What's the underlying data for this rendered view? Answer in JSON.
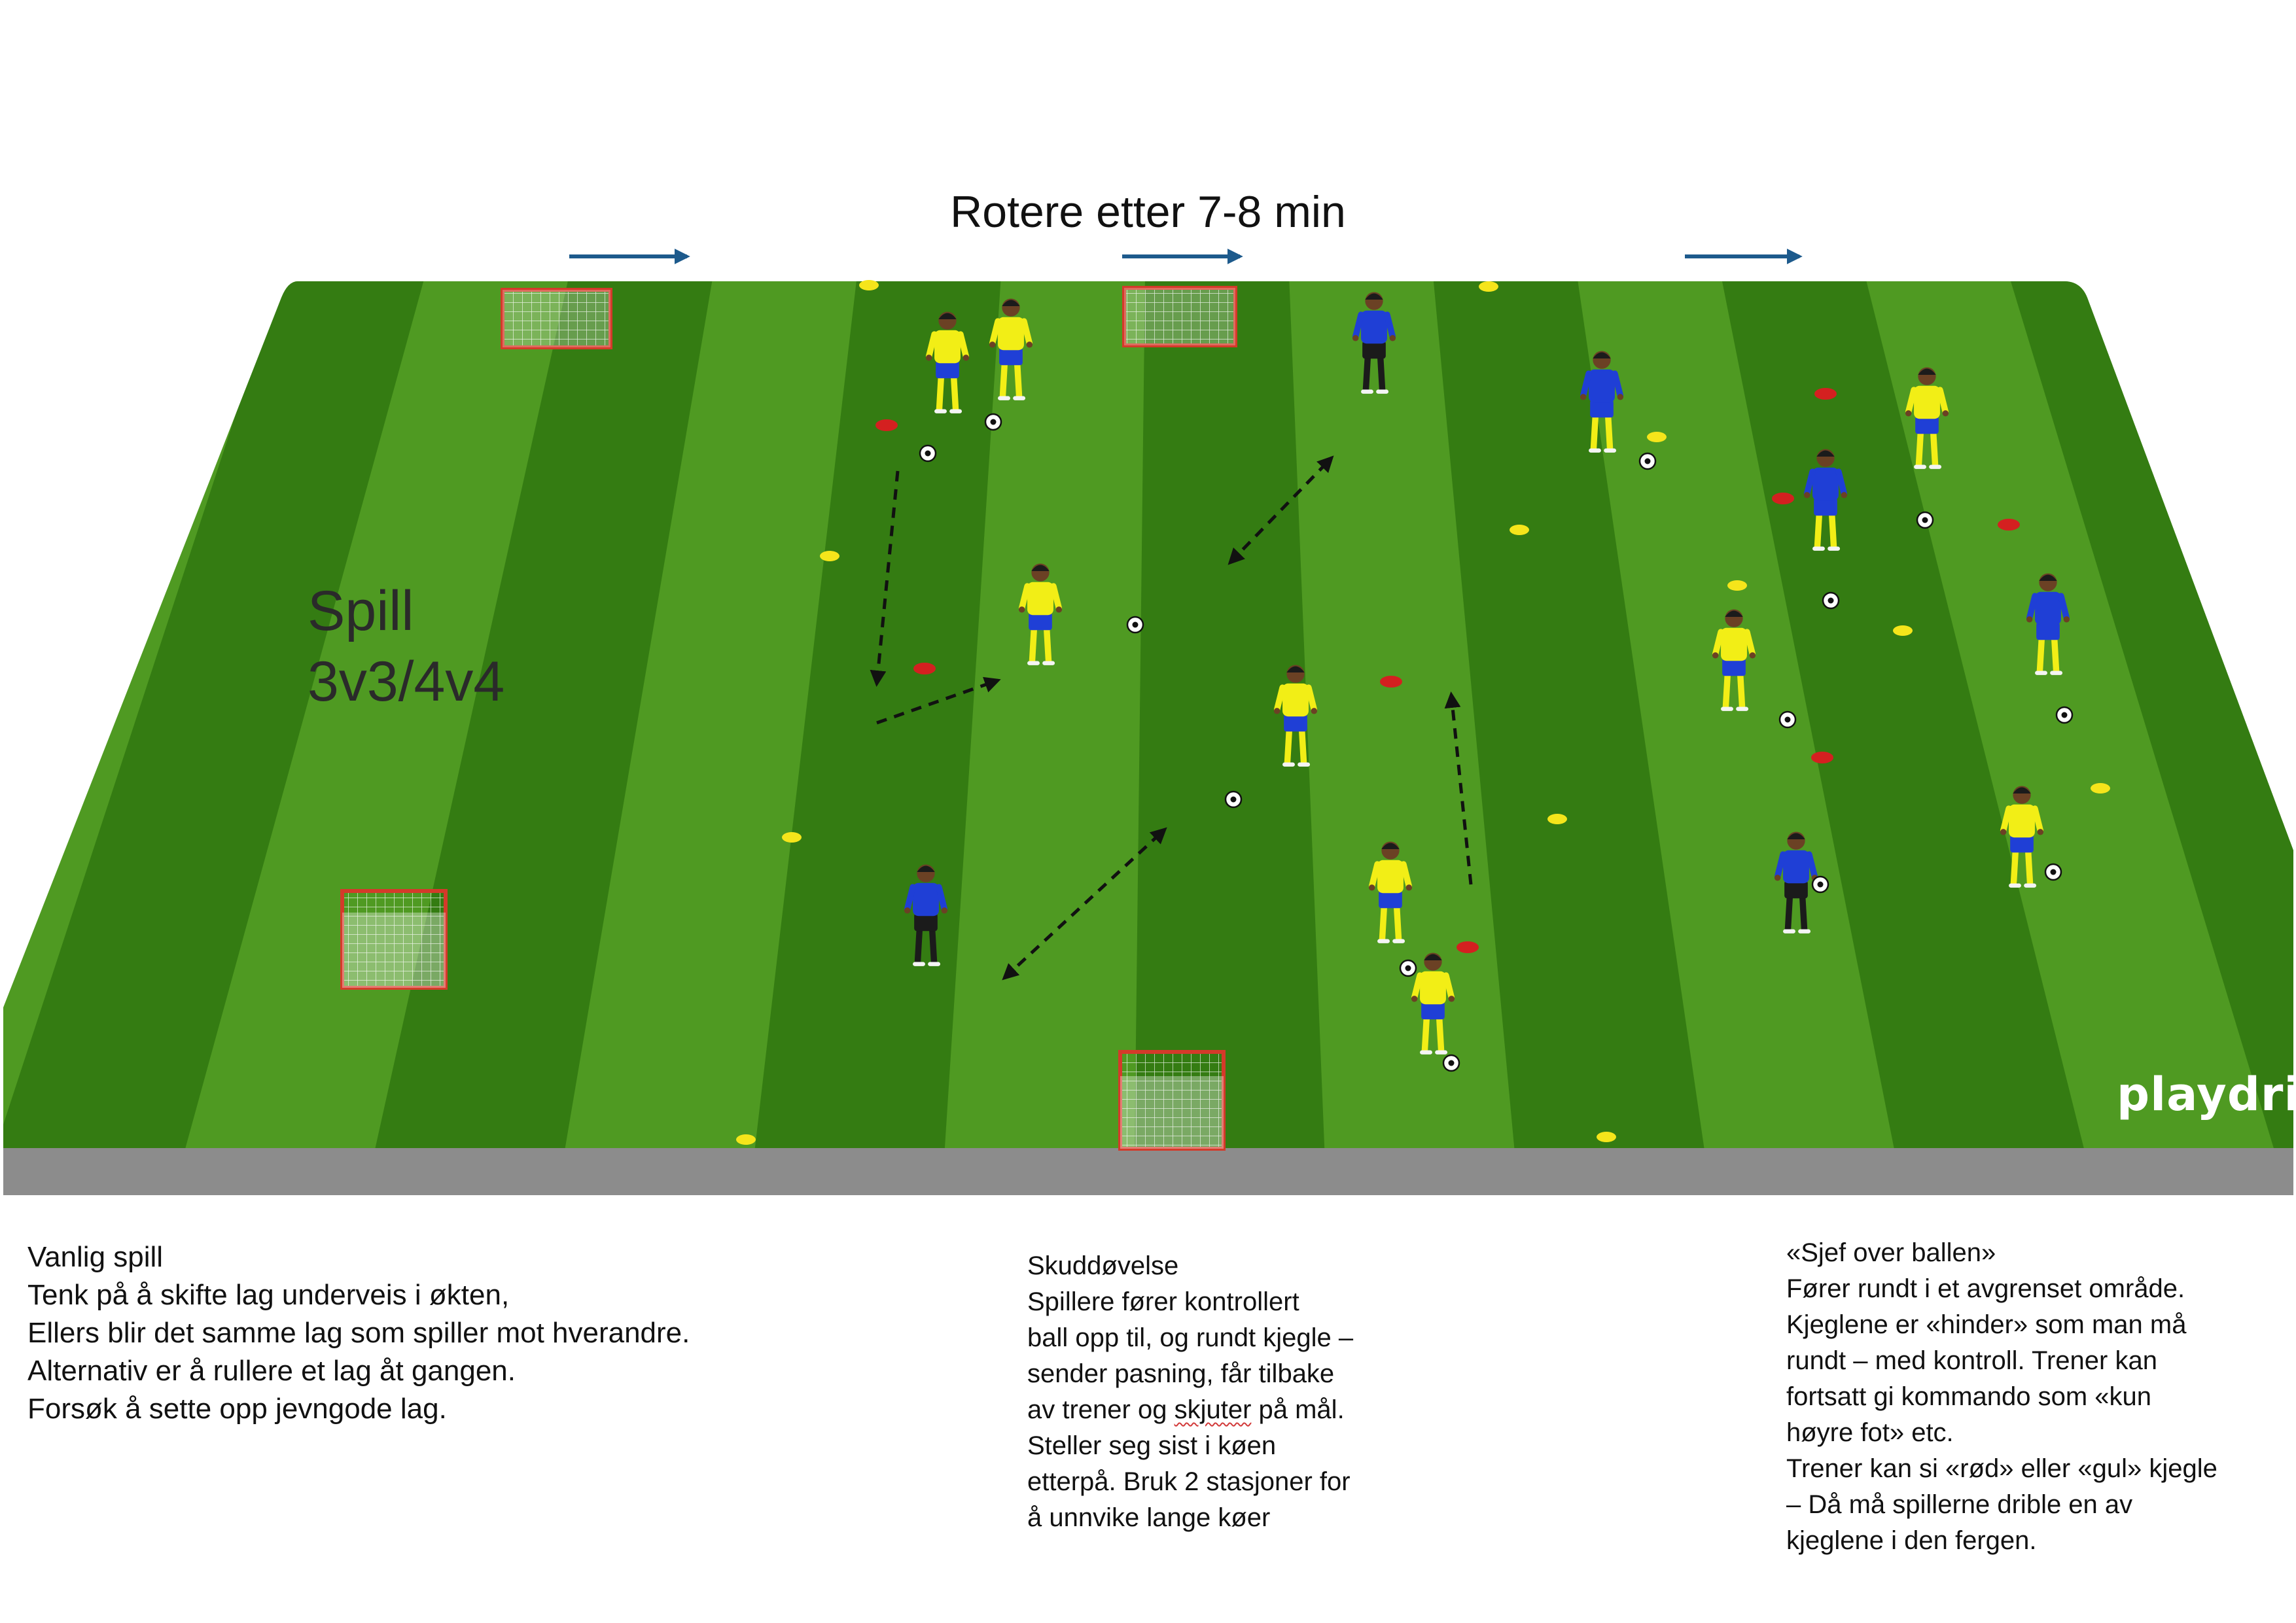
{
  "title": "Rotere etter 7-8 min",
  "field_label": {
    "line1": "Spill",
    "line2": "3v3/4v4"
  },
  "logo": "playdrill",
  "colors": {
    "pitch_light": "#4f9a22",
    "pitch_dark": "#347c12",
    "rotation_arrow": "#1d5a8c",
    "team_yellow": "#f2ee16",
    "team_blue": "#1f3fd6",
    "coach": "#1f3fd6",
    "cone_red": "#d42020",
    "cone_yellow": "#f5e51b",
    "goal_post": "#d43a2a"
  },
  "notes_left": [
    "Vanlig spill",
    "Tenk på å skifte lag underveis i økten,",
    "Ellers blir det samme lag som spiller mot hverandre.",
    "Alternativ er å rullere et lag åt gangen.",
    "Forsøk å sette opp jevngode lag."
  ],
  "notes_middle": {
    "l1": "Skuddøvelse",
    "l2": "Spillere fører kontrollert",
    "l3": "ball opp til, og rundt kjegle –",
    "l4": "sender pasning, får tilbake",
    "l5a": "av trener og ",
    "l5b": "skjuter",
    "l5c": " på mål.",
    "l6": "Steller seg sist i køen",
    "l7": "etterpå. Bruk 2 stasjoner for",
    "l8": "å unnvike lange køer"
  },
  "notes_right": [
    "«Sjef over ballen»",
    "Fører rundt i et avgrenset område.",
    "Kjeglene er «hinder» som man må",
    "rundt – med kontroll. Trener kan",
    "fortsatt gi kommando som «kun",
    "høyre fot» etc.",
    "Trener kan si «rød» eller «gul» kjegle",
    "– Då må spillerne drible en av",
    "kjeglene i den fergen."
  ]
}
